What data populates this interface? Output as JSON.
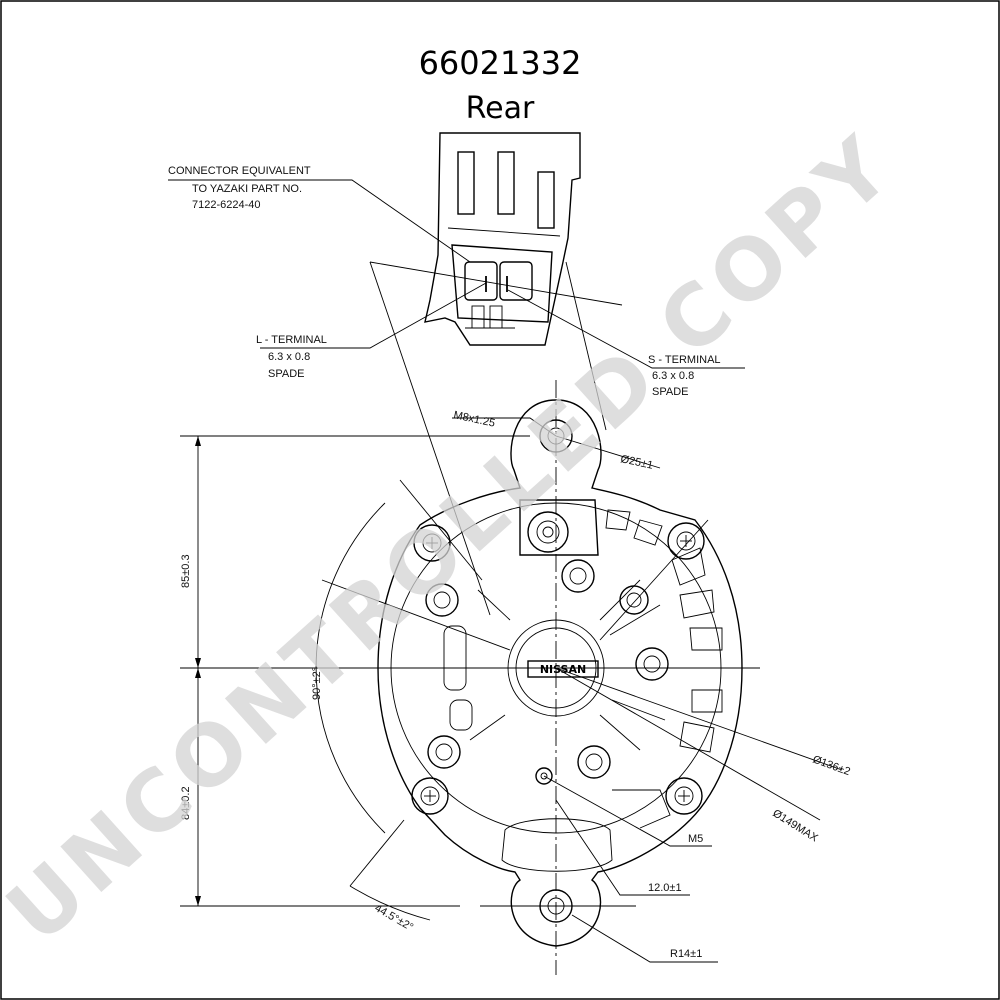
{
  "title": {
    "part_number": "66021332",
    "view": "Rear"
  },
  "watermark": "UNCONTROLLED COPY",
  "callouts": {
    "connector": {
      "line1": "CONNECTOR EQUIVALENT",
      "line2": "TO YAZAKI PART NO.",
      "line3": "7122-6224-40"
    },
    "l_terminal": {
      "line1": "L - TERMINAL",
      "line2": "6.3 x 0.8",
      "line3": "SPADE"
    },
    "s_terminal": {
      "line1": "S - TERMINAL",
      "line2": "6.3 x 0.8",
      "line3": "SPADE"
    }
  },
  "dimensions": {
    "thread": "M8x1.25",
    "bore": "Ø25±1",
    "upper_offset": "85±0.3",
    "lower_offset": "84±0.2",
    "angle_90": "90°±2°",
    "angle_445": "44.5°±2°",
    "dia_136": "Ø136±2",
    "dia_149": "Ø149MAX",
    "thread_m5": "M5",
    "width_12": "12.0±1",
    "radius_14": "R14±1"
  },
  "nameplate": "NISSAN"
}
